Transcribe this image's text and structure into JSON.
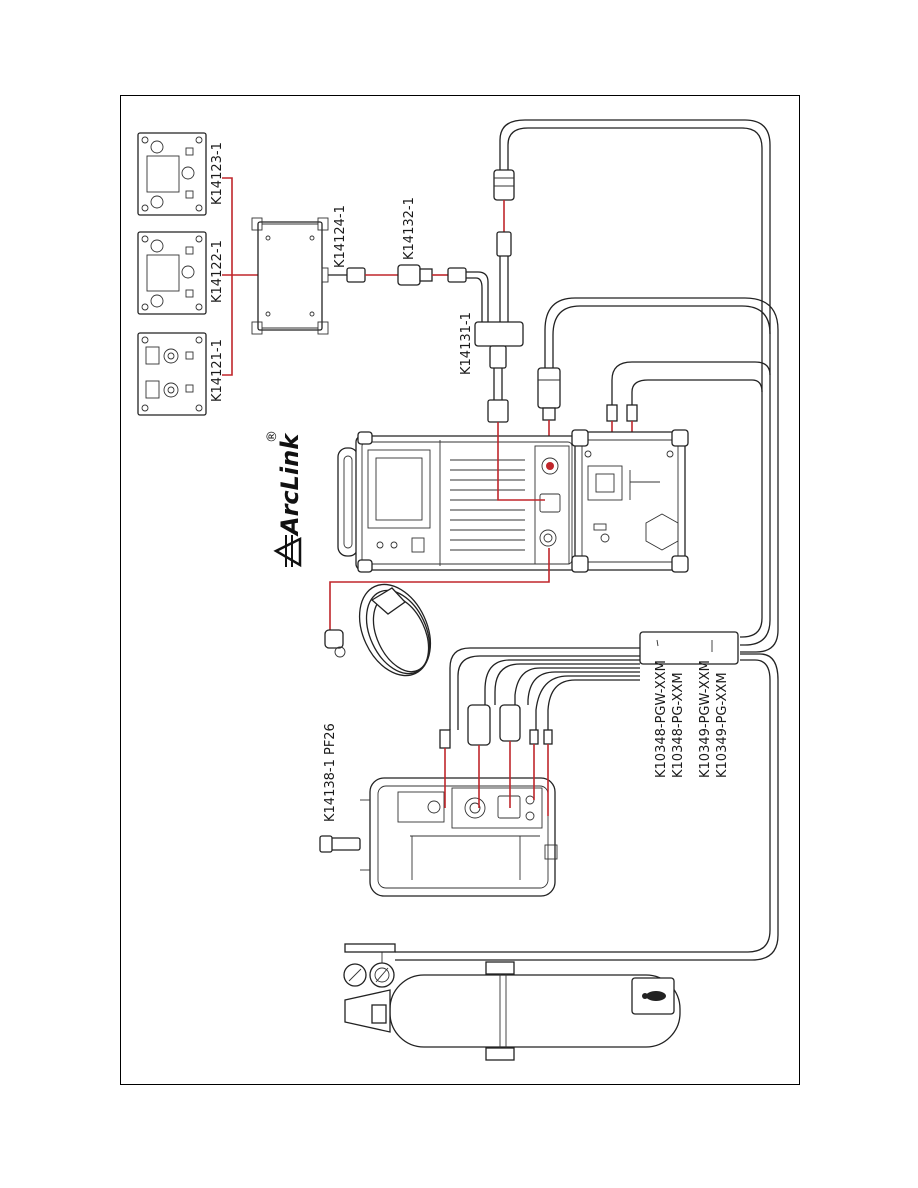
{
  "diagram": {
    "brand": "ArcLink",
    "brand_mark": "®",
    "labels": {
      "k14121": "K14121-1",
      "k14122": "K14122-1",
      "k14123": "K14123-1",
      "k14124": "K14124-1",
      "k14132": "K14132-1",
      "k14131": "K14131-1",
      "k14138": "K14138-1 PF26",
      "k10348_pgw": "K10348-PGW-XXM",
      "k10348_pg": "K10348-PG-XXM",
      "k10349_pgw": "K10349-PGW-XXM",
      "k10349_pg": "K10349-PG-XXM"
    },
    "colors": {
      "control_wire": "#c0262b",
      "outline": "#222222"
    },
    "icons": [
      "control-panel-icon",
      "power-source-icon",
      "wire-feeder-icon",
      "gas-cylinder-icon",
      "work-clamp-icon",
      "connector-icon"
    ]
  }
}
